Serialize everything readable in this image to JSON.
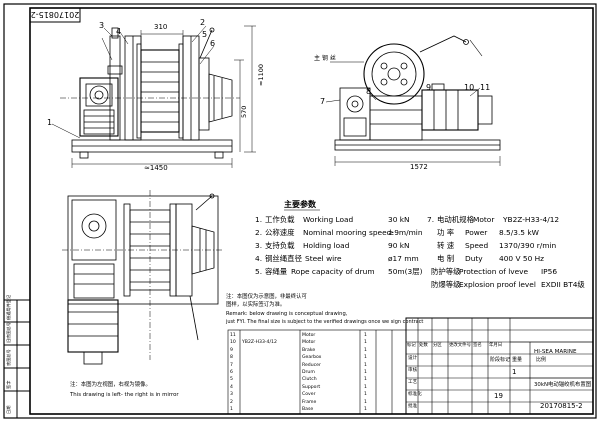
{
  "drawing_number_rotated": "20170815-2",
  "drawing_number": "20170815-2",
  "part_balloons": [
    "1",
    "2",
    "3",
    "4",
    "5",
    "6"
  ],
  "front_view": {
    "drum_width": "310",
    "overall_width": "≈1450",
    "height_1": "≈1100",
    "height_2": "570"
  },
  "side_view": {
    "overall_width": "1572",
    "label_a": "7",
    "label_b": "8",
    "label_c": "9",
    "label_d": "10",
    "label_e": "11",
    "cable_label": "主 钢 丝"
  },
  "spec_title": "主要参数",
  "specs": [
    {
      "no": "1.",
      "cn": "工作负载",
      "en": "Working Load",
      "value": "30  kN",
      "no2": "7.",
      "cn2": "电动机规格",
      "en2": "Motor",
      "value2": "YB2Z-H33-4/12"
    },
    {
      "no": "2.",
      "cn": "公称速度",
      "en": "Nominal mooring speed",
      "value": "≥9m/min",
      "no2": "",
      "cn2": "功  率",
      "en2": "Power",
      "value2": "8.5/3.5 kW"
    },
    {
      "no": "3.",
      "cn": "支持负载",
      "en": "Holding load",
      "value": "90  kN",
      "no2": "",
      "cn2": "转  速",
      "en2": "Speed",
      "value2": "1370/390 r/min"
    },
    {
      "no": "4.",
      "cn": "钢丝绳直径",
      "en": "Steel wire",
      "value": "ø17  mm",
      "no2": "",
      "cn2": "电  制",
      "en2": "Duty",
      "value2": "400 V 50 Hz"
    },
    {
      "no": "5.",
      "cn": "容绳量",
      "en": "Rope capacity of drum",
      "value": "50m(3层)",
      "no2": "",
      "cn2": "防护等级",
      "en2": "Protection of lveve",
      "value2": "IP56"
    },
    {
      "no": "",
      "cn": "",
      "en": "",
      "value": "",
      "no2": "",
      "cn2": "防爆等级",
      "en2": "Explosion proof level",
      "value2": "EXDII BT4级"
    }
  ],
  "notes": [
    "注：本图仅为示意图，非最终认可",
    "图样，以实际签订为准。",
    "Remark: below drawing is conceptual drawing,",
    "just FYI. The final size is subject to the verified drawings once we sign contract"
  ],
  "mirror_note_cn": "注：本图为左视图，右视为镜像。",
  "mirror_note_en": "This drawing is left- the right is in mirror",
  "bom_rows": [
    {
      "no": "11",
      "code": "",
      "name": "Motor",
      "qty": "1"
    },
    {
      "no": "10",
      "code": "YB2Z-H33-4/12",
      "name": "Motor",
      "qty": "1"
    },
    {
      "no": "9",
      "code": "",
      "name": "Brake",
      "qty": "1"
    },
    {
      "no": "8",
      "code": "",
      "name": "Gearbox",
      "qty": "1"
    },
    {
      "no": "7",
      "code": "",
      "name": "Reducer",
      "qty": "1"
    },
    {
      "no": "6",
      "code": "",
      "name": "Drum",
      "qty": "1"
    },
    {
      "no": "5",
      "code": "",
      "name": "Clutch",
      "qty": "1"
    },
    {
      "no": "4",
      "code": "",
      "name": "Support",
      "qty": "1"
    },
    {
      "no": "3",
      "code": "",
      "name": "Cover",
      "qty": "1"
    },
    {
      "no": "2",
      "code": "",
      "name": "Frame",
      "qty": "1"
    },
    {
      "no": "1",
      "code": "",
      "name": "Base",
      "qty": "1"
    }
  ],
  "title_block": {
    "company": "HI-SEA MARINE",
    "product_name": "30kN电动锚绞机布置图",
    "scale": "1",
    "sheets": "19",
    "header_cols": [
      "标记",
      "处数",
      "分区",
      "更改文件号",
      "签名",
      "年月日"
    ],
    "row_labels": [
      "设计",
      "审核",
      "工艺",
      "标准化",
      "批准"
    ],
    "stage_label": "阶段标记",
    "weight_label": "重量",
    "scale_label": "比例"
  },
  "left_strip": [
    "借通用件登记",
    "旧底图总号",
    "底图总号",
    "签字",
    "日期"
  ]
}
